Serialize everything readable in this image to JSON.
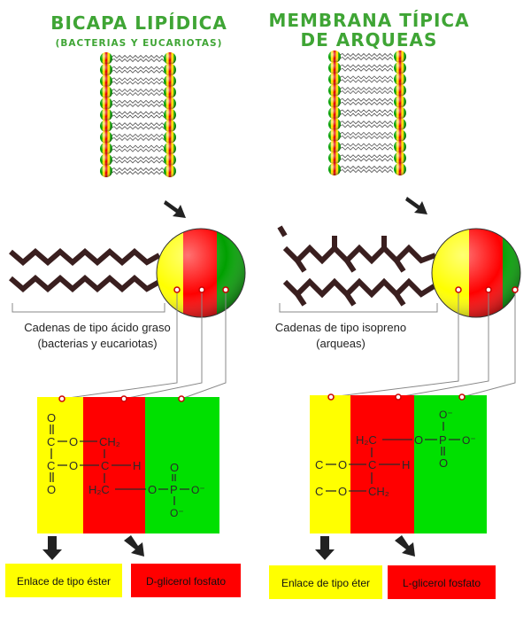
{
  "left": {
    "title": "BICAPA LIPÍDICA",
    "subtitle": "(BACTERIAS Y EUCARIOTAS)",
    "caption_line1": "Cadenas de tipo ácido graso",
    "caption_line2": "(bacterias y eucariotas)",
    "label_bond": "Enlace de tipo éster",
    "label_glycerol": "D-glicerol fosfato",
    "chem": {
      "o": "O",
      "c": "C",
      "ch2": "CH₂",
      "ch": "C",
      "h": "H",
      "h2c": "H₂C",
      "p": "P",
      "o_minus": "O⁻"
    }
  },
  "right": {
    "title_line1": "MEMBRANA TÍPICA",
    "title_line2": "DE ARQUEAS",
    "caption_line1": "Cadenas de tipo isopreno",
    "caption_line2": "(arqueas)",
    "label_bond": "Enlace de tipo éter",
    "label_glycerol": "L-glicerol fosfato",
    "chem": {
      "o": "O",
      "c": "C",
      "ch2": "CH₂",
      "h": "H",
      "h2c": "H₂C",
      "p": "P",
      "o_minus": "O⁻"
    }
  },
  "colors": {
    "title_green": "#3fa535",
    "yellow": "#ffff00",
    "red": "#ff0000",
    "green": "#00e000",
    "chain": "#3a1f1f",
    "arrow": "#222222"
  }
}
